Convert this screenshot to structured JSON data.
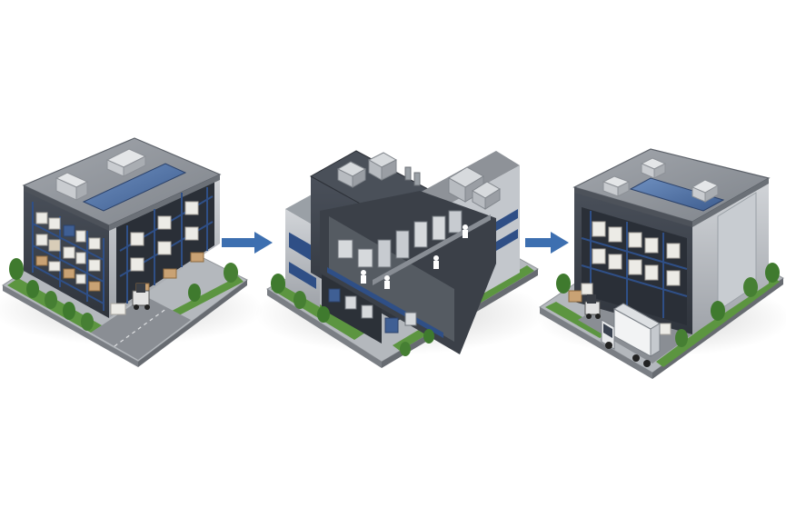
{
  "diagram": {
    "stages": [
      {
        "name": "raw-materials-warehouse",
        "kind": "warehouse"
      },
      {
        "name": "manufacturing-facility",
        "kind": "factory"
      },
      {
        "name": "distribution-center",
        "kind": "distribution"
      }
    ],
    "arrows": [
      {
        "from": "raw-materials-warehouse",
        "to": "manufacturing-facility"
      },
      {
        "from": "manufacturing-facility",
        "to": "distribution-center"
      }
    ]
  },
  "colors": {
    "background": "#ffffff",
    "roof": "#8e9298",
    "roof_edge": "#5b6068",
    "wall_dark": "#3f4550",
    "wall_light": "#b9bdc3",
    "steel_blue": "#2f4f86",
    "arrow": "#3d6fb0",
    "solar_panel": "#4a6a9c",
    "grass": "#4f8a3a",
    "tree": "#3f7a2e",
    "pavement": "#9a9ea4",
    "pallet": "#b88a55",
    "box": "#e9e6df"
  }
}
